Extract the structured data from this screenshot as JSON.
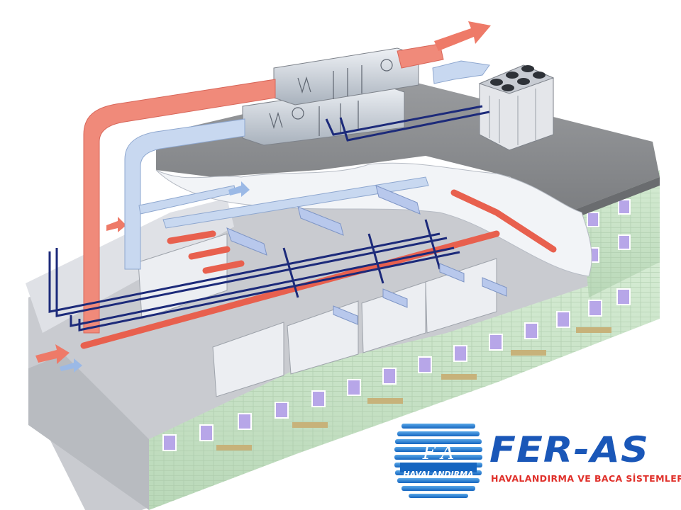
{
  "logo": {
    "monogram": "F-A",
    "badge_text": "HAVALANDIRMA",
    "brand": "FER-AS",
    "tagline": "HAVALANDIRMA VE BACA SİSTEMLERİ",
    "colors": {
      "brand_blue": "#1a57b8",
      "tagline_red": "#e0302a"
    }
  },
  "diagram": {
    "colors": {
      "exhaust_duct": "#f08a7a",
      "supply_duct": "#c8d8f0",
      "chilled_pipe": "#1c2a7a",
      "hot_pipe": "#e8604e",
      "roof": "#8a8c8f",
      "facade": "#cfe8cf"
    },
    "icons": [
      "air-handling-unit-icon",
      "rooftop-chiller-icon",
      "fan-coil-unit-icon",
      "airflow-arrow-icon"
    ]
  }
}
